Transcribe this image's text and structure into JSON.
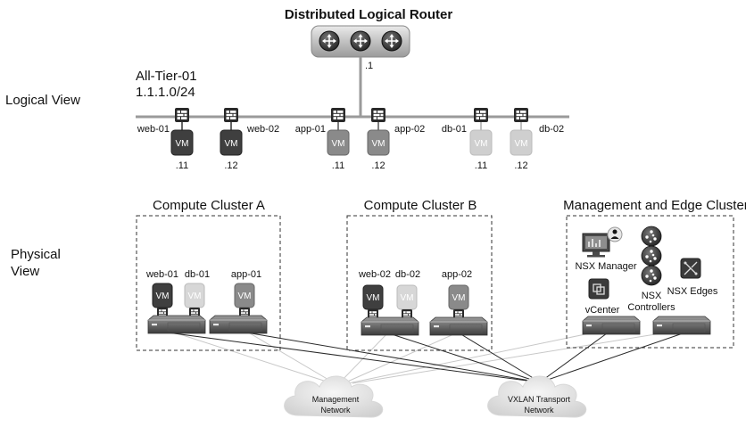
{
  "title": "Distributed Logical Router",
  "router_ip": ".1",
  "segment": {
    "name": "All-Tier-01",
    "subnet": "1.1.1.0/24"
  },
  "logical_view_label": "Logical View",
  "physical_view_label": [
    "Physical",
    "View"
  ],
  "vm_text": "VM",
  "vms": [
    {
      "name": "web-01",
      "ip": ".11",
      "color": "#3f3f3f"
    },
    {
      "name": "web-02",
      "ip": ".12",
      "color": "#3f3f3f"
    },
    {
      "name": "app-01",
      "ip": ".11",
      "color": "#8a8a8a"
    },
    {
      "name": "app-02",
      "ip": ".12",
      "color": "#8a8a8a"
    },
    {
      "name": "db-01",
      "ip": ".11",
      "color": "#cfcfcf"
    },
    {
      "name": "db-02",
      "ip": ".12",
      "color": "#cfcfcf"
    }
  ],
  "clusters": [
    {
      "title": "Compute Cluster A",
      "vms": [
        "web-01",
        "db-01",
        "app-01"
      ]
    },
    {
      "title": "Compute Cluster B",
      "vms": [
        "web-02",
        "db-02",
        "app-02"
      ]
    },
    {
      "title": "Management and Edge Cluster",
      "items": [
        "NSX Manager",
        "vCenter",
        "NSX",
        "Controllers",
        "NSX Edges"
      ]
    }
  ],
  "networks": [
    {
      "line1": "Management",
      "line2": "Network"
    },
    {
      "line1": "VXLAN Transport",
      "line2": "Network"
    }
  ]
}
